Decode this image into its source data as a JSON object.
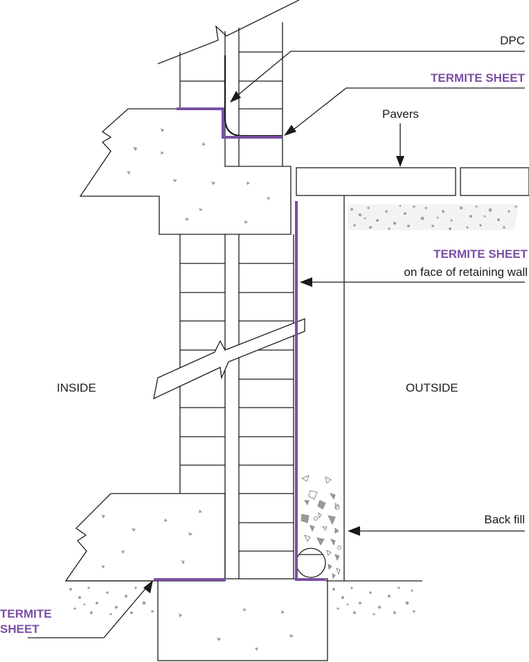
{
  "labels": {
    "dpc": "DPC",
    "termite_sheet_top": "TERMITE SHEET",
    "pavers": "Pavers",
    "termite_sheet_mid": "TERMITE SHEET",
    "retaining_wall_note": "on face of retaining wall",
    "inside": "INSIDE",
    "outside": "OUTSIDE",
    "back_fill": "Back fill",
    "termite_bottom_line1": "TERMITE",
    "termite_bottom_line2": "SHEET"
  },
  "colors": {
    "termite_sheet": "#7a4fa3",
    "line": "#1a1a1a",
    "aggregate": "#9a9a9a"
  }
}
